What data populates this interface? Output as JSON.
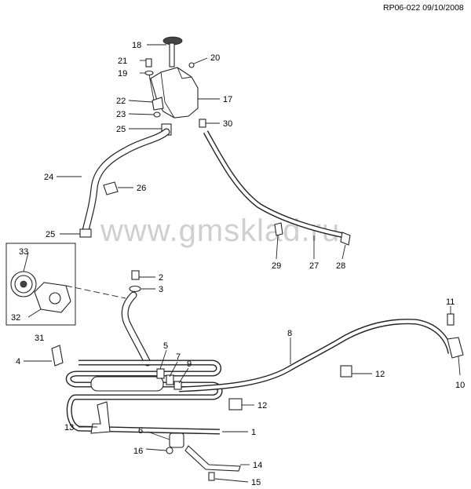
{
  "reference": "RP06-022 09/10/2008",
  "watermark": "www.gmsklad.ru",
  "callouts": [
    "1",
    "2",
    "3",
    "4",
    "5",
    "6",
    "7",
    "8",
    "9",
    "10",
    "11",
    "12",
    "12",
    "13",
    "14",
    "15",
    "16",
    "17",
    "18",
    "19",
    "20",
    "21",
    "22",
    "23",
    "24",
    "25",
    "25",
    "26",
    "27",
    "28",
    "29",
    "30",
    "31",
    "32",
    "33"
  ]
}
